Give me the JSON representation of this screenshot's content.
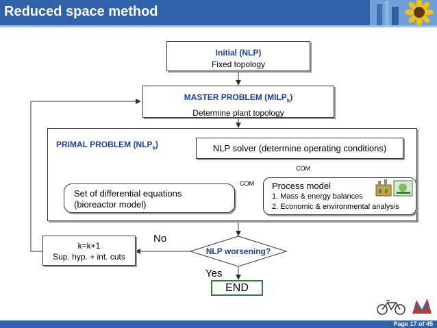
{
  "header": {
    "title": "Reduced space method"
  },
  "boxes": {
    "initial": {
      "line1": "Initial (NLP)",
      "line2": "Fixed topology"
    },
    "master": {
      "line1_main": "MASTER PROBLEM (MILP",
      "line1_sub": "k",
      "line1_end": ")",
      "line2": "Determine plant topology"
    },
    "primal": {
      "label_main": "PRIMAL PROBLEM (NLP",
      "label_sub": "k",
      "label_end": ")"
    },
    "nlp_solver": {
      "text": "NLP solver (determine operating conditions)"
    },
    "diff_eq": {
      "line1": "Set of differential equations",
      "line2": "(bioreactor model)"
    },
    "process_model": {
      "title": "Process model",
      "item1": "1. Mass & energy balances",
      "item2": "2. Economic & environmental analysis"
    },
    "iterate": {
      "line1": "k=k+1",
      "line2": "Sup. hyp. + int. cuts"
    },
    "decision": {
      "text": "NLP worsening?"
    },
    "end": {
      "text": "END"
    }
  },
  "labels": {
    "com_top": "COM",
    "com_left": "COM",
    "no": "No",
    "yes": "Yes"
  },
  "footer": {
    "page": "Page 17 of 45"
  },
  "colors": {
    "header": "#2f62a8",
    "accent_text": "#1a3ea8",
    "end_border": "#2e7d32"
  }
}
